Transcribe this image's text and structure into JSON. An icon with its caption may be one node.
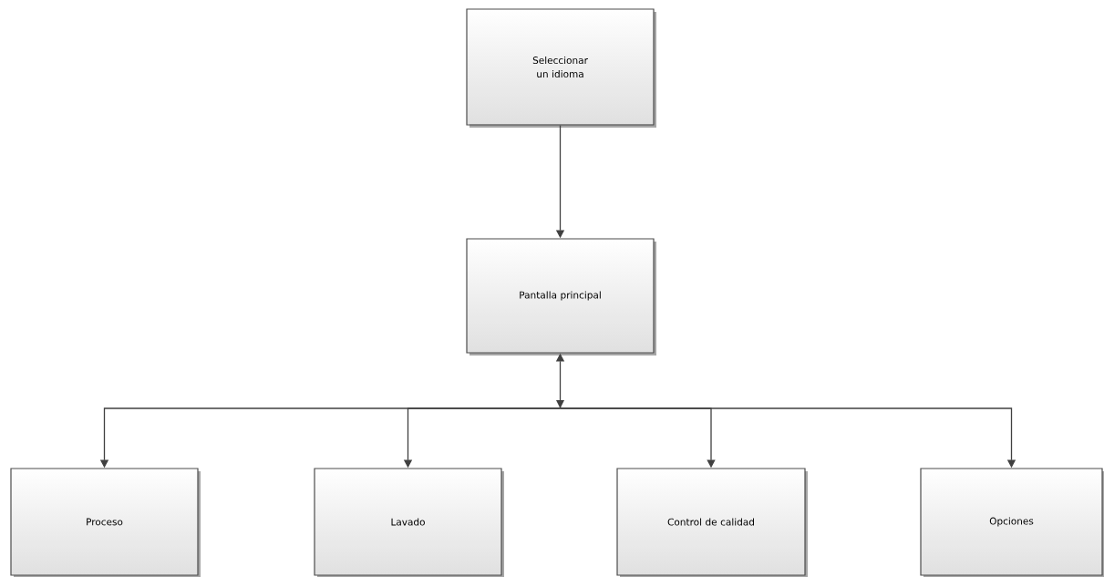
{
  "diagram": {
    "nodes": [
      {
        "text": [
          "Seleccionar un idioma"
        ]
      },
      {
        "text": [
          "Pantalla principal"
        ]
      },
      {
        "text": [
          "Proceso"
        ]
      },
      {
        "text": [
          "Lavado"
        ]
      },
      {
        "text": [
          "Control  de calidad"
        ]
      },
      {
        "text": [
          "Opciones"
        ]
      }
    ],
    "edges": [
      {
        "from": 0,
        "to": 1,
        "arrow": "to"
      },
      {
        "from": 1,
        "to": 2,
        "arrow": "both"
      },
      {
        "from": 1,
        "to": 3,
        "arrow": "both"
      },
      {
        "from": 1,
        "to": 4,
        "arrow": "both"
      },
      {
        "from": 1,
        "to": 5,
        "arrow": "both"
      }
    ]
  }
}
